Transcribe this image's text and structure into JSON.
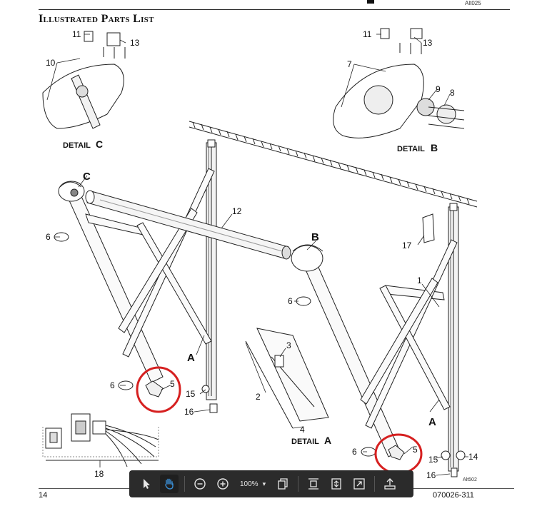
{
  "header": {
    "title": "Illustrated Parts List",
    "code": "Alt025"
  },
  "footer": {
    "page_number": "14",
    "doc_number": "070026-311"
  },
  "callouts": {
    "n1": "1",
    "n2": "2",
    "n3": "3",
    "n4": "4",
    "n5": "5",
    "n6": "6",
    "n7": "7",
    "n8": "8",
    "n9": "9",
    "n10": "10",
    "n11": "11",
    "n12": "12",
    "n13": "13",
    "n14": "14",
    "n15": "15",
    "n16": "16",
    "n17": "17",
    "n18": "18",
    "a": "A",
    "b": "B",
    "c": "C"
  },
  "details": {
    "a": "DETAIL",
    "b": "DETAIL",
    "c": "DETAIL"
  },
  "figure_code": "Alt502",
  "highlight_color": "#d62020",
  "toolbar": {
    "zoom_level": "100%",
    "icons": [
      "select-arrow-icon",
      "hand-icon",
      "zoom-out-icon",
      "zoom-in-icon",
      "pages-icon",
      "fit-height-icon",
      "fit-page-icon",
      "fullscreen-icon",
      "export-icon"
    ]
  }
}
